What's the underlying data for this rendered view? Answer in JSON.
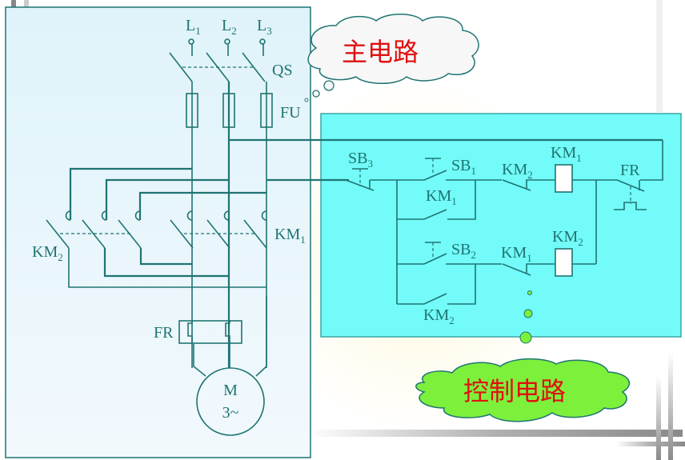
{
  "diagram": {
    "type": "motor forward-reverse control circuit",
    "main_circuit": {
      "callout": "主电路",
      "supply_lines": [
        {
          "base": "L",
          "sub": "1"
        },
        {
          "base": "L",
          "sub": "2"
        },
        {
          "base": "L",
          "sub": "3"
        }
      ],
      "isolator": "QS",
      "fuses": "FU",
      "contactor_forward": {
        "base": "KM",
        "sub": "1"
      },
      "contactor_reverse": {
        "base": "KM",
        "sub": "2"
      },
      "thermal_relay": "FR",
      "motor": {
        "line1": "M",
        "line2": "3~"
      }
    },
    "control_circuit": {
      "callout": "控制电路",
      "stop_button": {
        "base": "SB",
        "sub": "3"
      },
      "forward_button": {
        "base": "SB",
        "sub": "1"
      },
      "reverse_button": {
        "base": "SB",
        "sub": "2"
      },
      "hold_km1": {
        "base": "KM",
        "sub": "1"
      },
      "hold_km2": {
        "base": "KM",
        "sub": "2"
      },
      "interlock_km2": {
        "base": "KM",
        "sub": "2"
      },
      "interlock_km1": {
        "base": "KM",
        "sub": "1"
      },
      "coil_km1": {
        "base": "KM",
        "sub": "1"
      },
      "coil_km2": {
        "base": "KM",
        "sub": "2"
      },
      "overload_contact": "FR"
    },
    "colors": {
      "wire": "#1f7472",
      "main_panel": "#e8f6fb",
      "control_panel": "#72fbf8",
      "callout_main_fill": "#f7f7f7",
      "callout_control_fill": "#7df03c",
      "callout_text": "#e01010"
    }
  }
}
